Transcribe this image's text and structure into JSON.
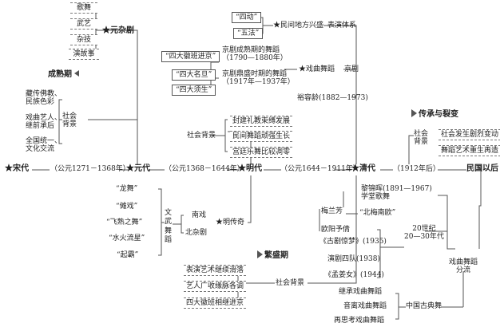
{
  "eras": {
    "song": "★宋代",
    "song_years": "（公元1271－1368年）",
    "yuan": "★元代",
    "ming_years": "（公元1368－1644年）",
    "ming": "★明代",
    "qing_years": "（公元1644－1911年）",
    "qing": "★清代",
    "republic_year": "（1912年后）",
    "republic": "民国以后"
  },
  "yuan_branch": {
    "yuanzaju": "★元杂剧",
    "items": [
      "歌舞",
      "武艺",
      "杂技",
      "演故事"
    ],
    "chengshuqi": "成熟期",
    "shehui": "社会\n背景",
    "bg_items": [
      "藏传佛教、\n民族色彩",
      "戏曲艺人、\n继前承后",
      "全国统一、\n文化交流"
    ]
  },
  "ming_branch": {
    "shehui": "社会背景",
    "bg_items": [
      "封建礼教束缚发展",
      "民间舞蹈顽强生长",
      "宫廷乐舞比较凋零"
    ],
    "dances": [
      "“龙舞”",
      "“傩戏”",
      "“飞熟之舞”",
      "“水火流星”",
      "“起霸”"
    ],
    "wenwu": "文\n武\n舞\n蹈",
    "nanxi": "南戏",
    "beizaju": "北杂剧",
    "mingchuanqi": "★明传奇"
  },
  "qing_upper": {
    "sidong": "“四动”",
    "wufa": "“五法”",
    "minjian": "★民间地方兴盛",
    "biaoyan": "表演体系",
    "sida_huiban": "“四大徽班进京”",
    "sida_mingdan": "“四大名旦”",
    "sida_xusheng": "“四大须生”",
    "jingju1": "京剧成熟期的舞蹈\n（1790—1880年）",
    "jingju2": "京剧鼎盛时期的舞蹈\n（1917年—1937年）",
    "xiqu": "★戏曲舞蹈",
    "jingju": "京剧",
    "yu": "裕容龄(1882—1973)"
  },
  "qing_lower": {
    "zishengqi": "繁盛期",
    "shehui": "社会背景",
    "bg_items": [
      "表演艺术继续滑落",
      "艺人广收缘脉各调",
      "四大徽班相继进京"
    ]
  },
  "republic_branch": {
    "chuancheng": "传承与裂变",
    "shehui": "社会\n背景",
    "bg_items": [
      "社会发生剧烈变动",
      "舞蹈艺术重生再造"
    ],
    "li": "黎锦晖(1891—1967)\n学堂歌舞",
    "mei": "梅兰芳",
    "ouyang": "欧阳予倩",
    "beikun": "“北梅南欧”",
    "xingjin": "《古剧惊梦》(1935)",
    "yanju": "演剧四队(1938)",
    "mengjiang": "《孟姜女》(1944)",
    "era2030": "20世纪\n20—30年代",
    "xiqu_fenliu": "戏曲舞蹈\n分流",
    "jicheng": "继承戏曲舞蹈",
    "yinli": "音离戏曲舞蹈",
    "zaisi": "再思考戏曲舞蹈",
    "guguwu": "中国古典舞"
  }
}
